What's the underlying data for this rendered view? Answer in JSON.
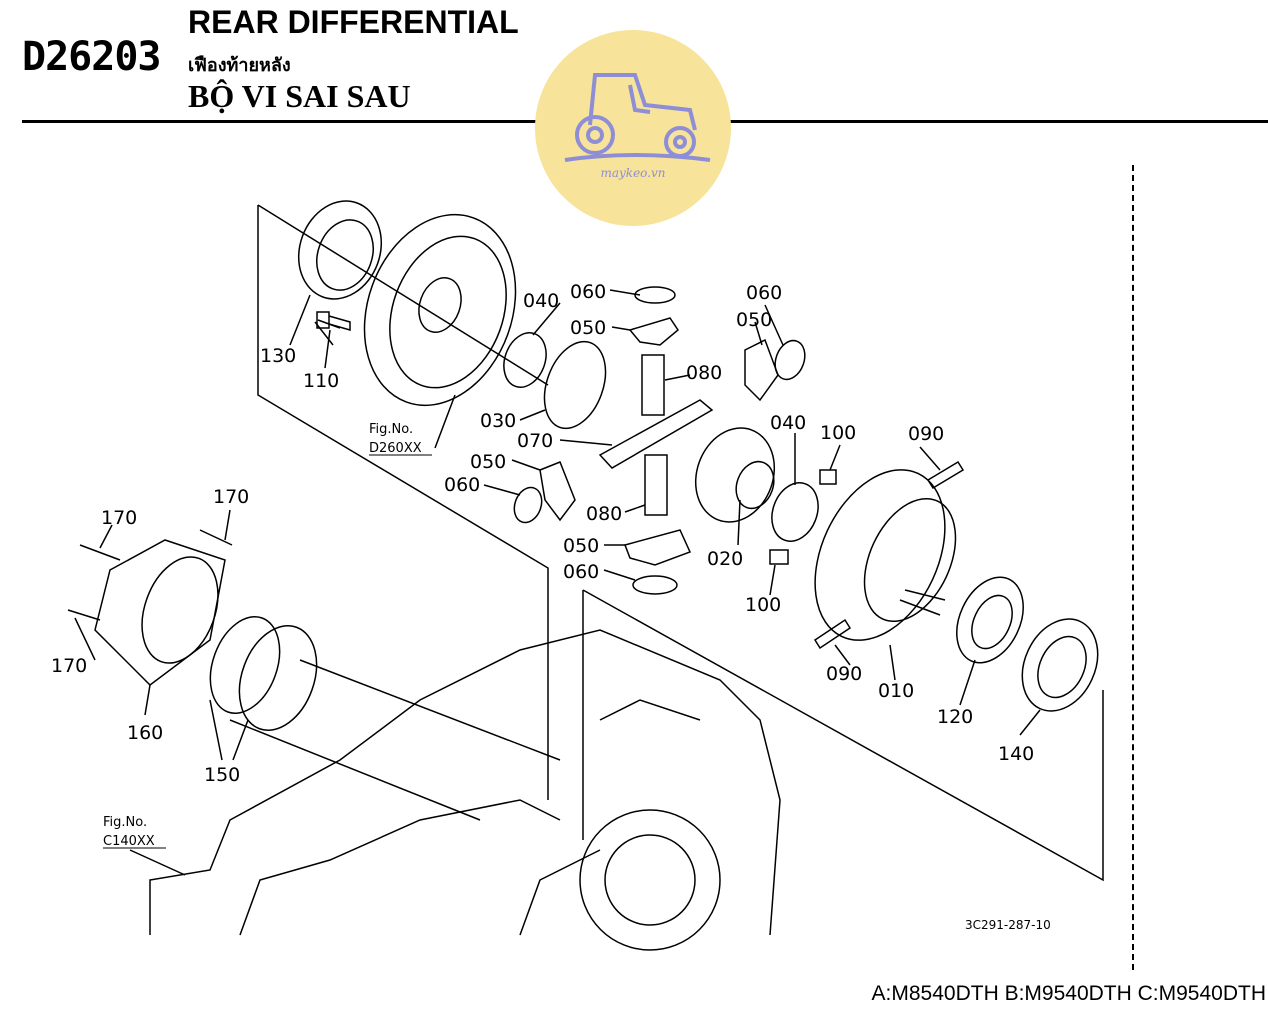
{
  "header": {
    "code": "D26203",
    "title_en": "REAR DIFFERENTIAL",
    "title_th": "เฟืองท้ายหลัง",
    "title_vi": "BỘ VI SAI SAU"
  },
  "watermark": {
    "text": "maykeo.vn",
    "icon": "tractor-icon",
    "bg_color": "#f7e39a",
    "icon_color": "#8e8ed6"
  },
  "callouts": [
    {
      "label": "060"
    },
    {
      "label": "040"
    },
    {
      "label": "050"
    },
    {
      "label": "060"
    },
    {
      "label": "050"
    },
    {
      "label": "130"
    },
    {
      "label": "110"
    },
    {
      "label": "080"
    },
    {
      "label": "030"
    },
    {
      "label": "070"
    },
    {
      "label": "040"
    },
    {
      "label": "100"
    },
    {
      "label": "090"
    },
    {
      "label": "050"
    },
    {
      "label": "060"
    },
    {
      "label": "080"
    },
    {
      "label": "020"
    },
    {
      "label": "050"
    },
    {
      "label": "060"
    },
    {
      "label": "100"
    },
    {
      "label": "090"
    },
    {
      "label": "010"
    },
    {
      "label": "120"
    },
    {
      "label": "140"
    },
    {
      "label": "170"
    },
    {
      "label": "170"
    },
    {
      "label": "170"
    },
    {
      "label": "160"
    },
    {
      "label": "150"
    }
  ],
  "fig_refs": [
    {
      "line1": "Fig.No.",
      "line2": "D260XX"
    },
    {
      "line1": "Fig.No.",
      "line2": "C140XX"
    }
  ],
  "drawing_ref": "3C291-287-10",
  "models": "A:M8540DTH B:M9540DTH C:M9540DTH"
}
